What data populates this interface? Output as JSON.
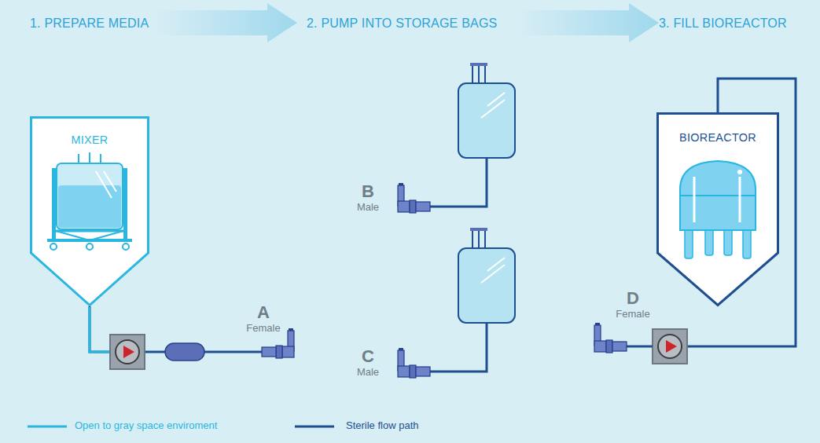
{
  "diagram": {
    "nodes": [
      {
        "text": [
          "MIXER"
        ]
      },
      {
        "text": [
          "A",
          "Female"
        ]
      },
      {
        "text": [
          "B",
          "Male"
        ]
      },
      {
        "text": [
          "C",
          "Male"
        ]
      },
      {
        "text": [
          "BIOREACTOR"
        ]
      },
      {
        "text": [
          "D",
          "Female"
        ]
      }
    ],
    "edges": [
      {
        "from": 0,
        "to": 1,
        "arrow": "none"
      },
      {
        "from": 5,
        "to": 4,
        "arrow": "none"
      }
    ],
    "labels": [
      "1. PREPARE MEDIA",
      "2. PUMP INTO STORAGE BAGS",
      "3. FILL BIOREACTOR"
    ],
    "legend": [
      {
        "text": "Open to gray space enviroment"
      },
      {
        "text": "Sterile flow path"
      }
    ]
  }
}
